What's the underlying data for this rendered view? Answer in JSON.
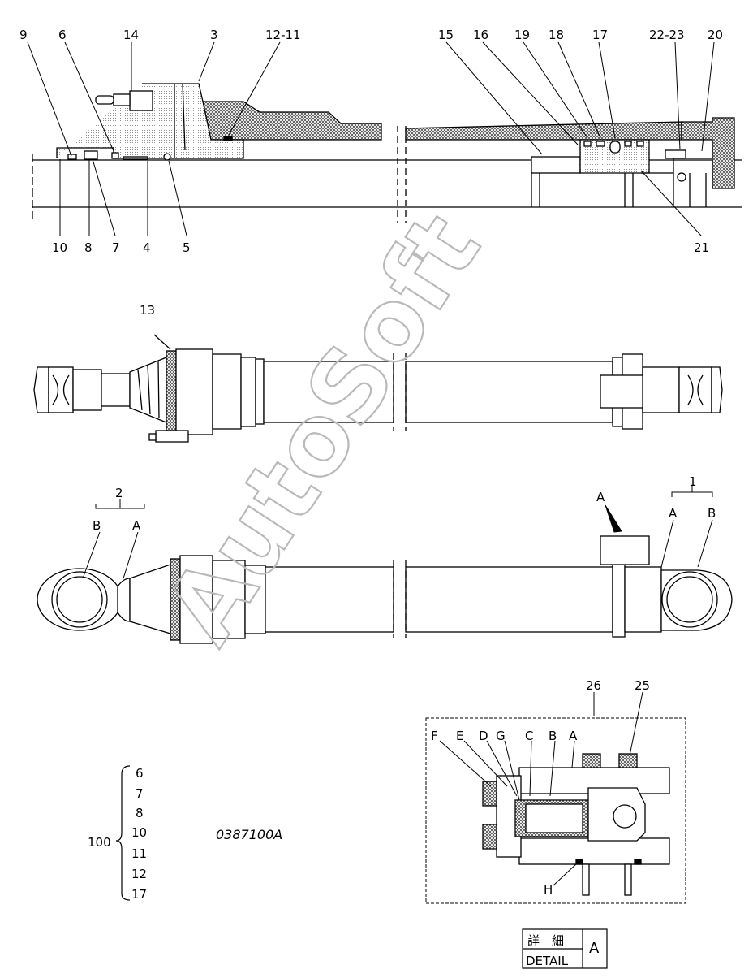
{
  "drawing": {
    "code": "0387100A",
    "watermark": "AutoSoft",
    "section_labels": [
      "9",
      "6",
      "14",
      "3",
      "12-11",
      "15",
      "16",
      "19",
      "18",
      "17",
      "22-23",
      "20",
      "10",
      "8",
      "7",
      "4",
      "5",
      "21"
    ],
    "mid_label": "13",
    "rod_end_group": {
      "id": "2",
      "a": "A",
      "b": "B"
    },
    "head_end_group": {
      "id": "1",
      "a": "A",
      "b": "B"
    },
    "detail_pointer": "A",
    "detail": {
      "id": "26",
      "part": "25",
      "letters": [
        "F",
        "E",
        "D",
        "G",
        "C",
        "B",
        "A"
      ],
      "h_label": "H"
    },
    "kit": {
      "id": "100",
      "items": [
        "6",
        "7",
        "8",
        "10",
        "11",
        "12",
        "17"
      ]
    },
    "detail_box": {
      "jp": "詳　細",
      "en": "DETAIL",
      "letter": "A"
    }
  }
}
